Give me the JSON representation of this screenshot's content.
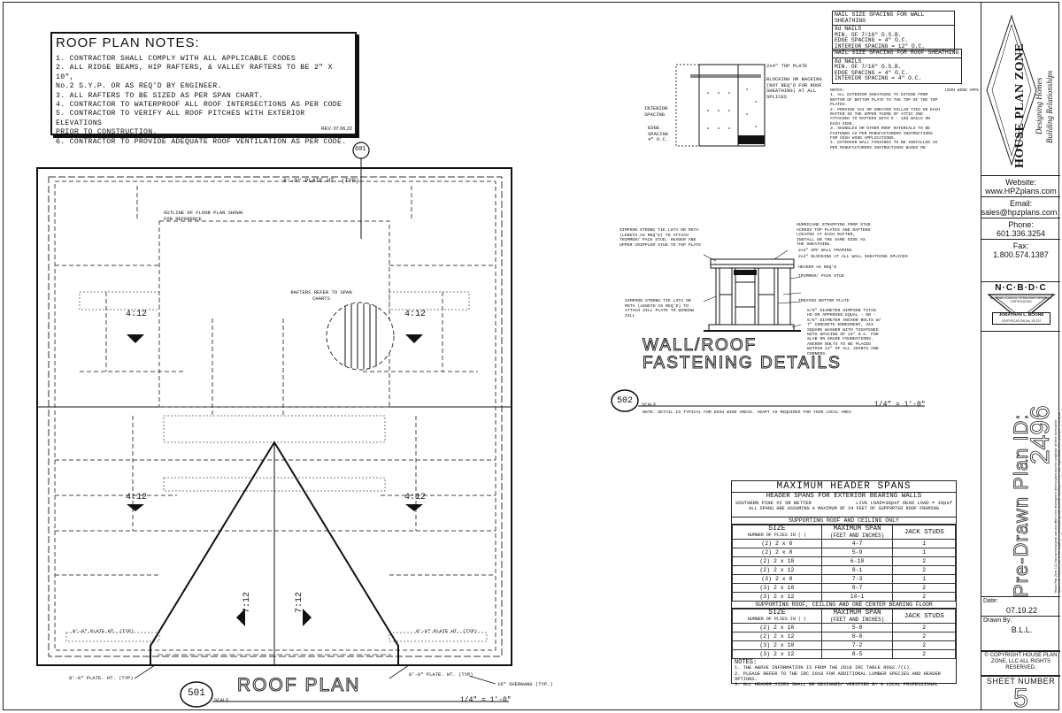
{
  "roof_notes": {
    "title": "ROOF PLAN NOTES:",
    "items": [
      "1.  CONTRACTOR SHALL COMPLY WITH ALL APPLICABLE CODES",
      "2.  ALL RIDGE BEAMS, HIP RAFTERS, & VALLEY RAFTERS TO BE 2\" X 10\",",
      "     No.2  S.Y.P. OR AS REQ'D BY ENGINEER.",
      "3.  ALL RAFTERS TO BE SIZED AS PER SPAN CHART.",
      "4.  CONTRACTOR TO WATERPROOF ALL ROOF INTERSECTIONS AS PER CODE",
      "5.  CONTRACTOR TO VERIFY ALL ROOF PITCHES WITH EXTERIOR ELEVATIONS",
      "     PRIOR TO CONSTRUCTION.",
      "6.  CONTRACTOR TO PROVIDE ADEQUATE ROOF VENTILATION AS PER CODE."
    ],
    "rev": "REV. 07.06.22"
  },
  "roof_plan": {
    "section_marker": "601",
    "plate_top": "8'-0\" PLATE HT. (TYP)",
    "outline_note": "OUTLINE OF FLOOR PLAN SHOWN FOR REFERENCE",
    "rafters_note": "RAFTERS REFER TO SPAN CHARTS",
    "pitch_labels": [
      "4:12",
      "4:12",
      "4:12",
      "4:12",
      "7:12",
      "7:12"
    ],
    "plate_bottom_left": "8'-0\" PLATE HT. (TYP)",
    "plate_bottom_right": "8'-0\" PLATE HT. (TYP)",
    "plate_outside_left": "8'-0\" PLATE. HT. (TYP)",
    "plate_outside_right": "8'-0\" PLATE. HT. (TYP)",
    "overhang": "16\" OVERHANG (TYP.)",
    "title": "ROOF PLAN",
    "number": "501",
    "scale_label": "SCALE",
    "scale": "1/4\" = 1'-0\""
  },
  "sheathing": {
    "wall_title": "NAIL SIZE SPACING FOR WALL SHEATHING",
    "wall_lines": [
      "8d NAILS",
      "MIN. OF 7/16\" O.S.B.",
      "EDGE SPACING = 4\" O.C.",
      "INTERIOR SPACING = 12\" O.C."
    ],
    "roof_title": "NAIL SIZE SPACING FOR ROOF SHEATHING",
    "roof_lines": [
      "8d NAILS",
      "MIN. OF 7/16\" O.S.B.",
      "EDGE SPACING = 4\" O.C.",
      "INTERIOR SPACING = 4\" O.C."
    ],
    "notes_title": "NOTES:",
    "notes": [
      "1. ALL EXTERIOR SHEATHING TO EXTEND FROM BOTTOM OF BOTTOM PLATE TO THE TOP OF THE TOP PLATES.",
      "2. PROVIDE 2X4 OR GREATER COLLAR TIES ON EACH RAFTER IN THE UPPER THIRD OF ATTIC AND ATTACHED TO RAFTERS WITH 5 - 10d NAILS ON EACH SIDE.",
      "3. SHINGLES OR OTHER ROOF MATERIALS TO BE FASTENED AS PER MANUFACTURERS INSTRUCTIONS FOR HIGH WIND APPLICATIONS.",
      "4. EXTERIOR WALL FINISHES TO BE INSTALLED AS PER MANUFACTURERS INSTRUCTIONS BASED ON"
    ],
    "high_wind": "HIGH WIND APPL",
    "label_top_plate": "2x4\" TOP PLATE",
    "label_blocking": "BLOCKING OR BACKING (NOT REQ'D FOR ROOF SHEATHING) AT ALL SPLICES",
    "label_interior": "INTERIOR SPACING",
    "label_edge": "EDGE SPACING 4\" O.C."
  },
  "fastening": {
    "labels_left": [
      "SIMPSON STRONG TIE LSTA OR MSTA (LENGTH AS REQ'D) TO ATTACH TRIMMER/ PACK STUD, HEADER AND UPPER CRIPPLER STUD TO TOP PLATE",
      "SIMPSON STRONG TIE LSTA OR MSTA (LENGTH AS REQ'D) TO ATTACH SILL PLATE TO WINDOW SILL"
    ],
    "labels_right": [
      "HURRICANE STRAPPING FROM STUD ACROSS TOP PLATES AND RAFTERS LOCATED AT EACH RAFTER, INSTALL ON THE SAME SIDE AS THE SHEATHING.",
      "2x4\" SPF WALL FRAMING",
      "2x4\" BLOCKING AT ALL WALL SHEATHING SPLICES",
      "HEADER AS REQ'D",
      "TRIMMER/ PACK STUD",
      "TREATED BOTTOM PLATE",
      "5/8\" DIAMETER SIMPSON TITAN HD OR APPROVED EQUAL - OR - 5/8\" DIAMETER ANCHOR BOLTS W/ 7\" CONCRETE EMBEDMENT, 3X3 SQUARE WASHER WITH TIGHTENED NUTS SPACING OF 24\" O.C. FOR SLAB ON GRADE FOUNDATIONS. ANCHOR BOLTS TO BE PLACED WITHIN 12\" OF ALL JOINTS AND CORNERS."
    ],
    "title_line1": "WALL/ROOF",
    "title_line2": "FASTENING DETAILS",
    "number": "502",
    "scale_label": "SCALE",
    "scale": "1/4\" = 1'-0\"",
    "note": "NOTE: DETAIL IS TYPICAL FOR HIGH WIND AREAS. ADAPT AS REQUIRED FOR YOUR LOCAL AREA"
  },
  "header_spans": {
    "title": "MAXIMUM HEADER SPANS",
    "subtitle": "HEADER SPANS FOR EXTERIOR BEARING WALLS",
    "species": "SOUTHERN PINE #2 OR BETTER",
    "loads": "LIVE LOAD=30psf DEAD LOAD = 10psf",
    "assume": "ALL SPANS ARE ASSUMING A MAXIMUM OF 24 FEET OF SUPPORTED ROOF FRAMING",
    "section1": "SUPPORTING ROOF AND CEILING ONLY",
    "section2": "SUPPORTING ROOF, CEILING AND ONE CENTER BEARING FLOOR",
    "col_size": "SIZE",
    "col_size_sub": "NUMBER OF PLIES IN ( )",
    "col_span": "MAXIMUM SPAN",
    "col_span_sub": "(FEET AND INCHES)",
    "col_jack": "JACK STUDS",
    "rows1": [
      [
        "(2)  2 x 6",
        "4-7",
        "1"
      ],
      [
        "(2)  2 x 8",
        "5-9",
        "1"
      ],
      [
        "(2)  2 x 10",
        "6-10",
        "2"
      ],
      [
        "(2)  2 x 12",
        "8-1",
        "2"
      ],
      [
        "(3)  2 x 8",
        "7-3",
        "1"
      ],
      [
        "(3)  2 x 10",
        "8-7",
        "2"
      ],
      [
        "(3)  2 x 12",
        "10-1",
        "2"
      ]
    ],
    "rows2": [
      [
        "(2)  2 x 10",
        "5-8",
        "2"
      ],
      [
        "(2)  2 x 12",
        "6-8",
        "2"
      ],
      [
        "(3)  2 x 10",
        "7-2",
        "2"
      ],
      [
        "(3)  2 x 12",
        "8-5",
        "2"
      ]
    ],
    "notes_title": "NOTES:",
    "notes": [
      "1.  THE ABOVE INFORMATION IS FROM THE 2018 IRC TABLE R602.7(1).",
      "2.  PLEASE REFER TO THE IRC 2018 FOR ADDITIONAL LUMBER SPECIES AND HEADER OPTIONS.",
      "3.  ALL HEADER SIZES SHALL BE DESIGNED/ VERIFIED BY A LOCAL PROFESSIONAL"
    ]
  },
  "title_block": {
    "company": "HOUSE PLAN ZONE",
    "tagline1": "Designing Homes",
    "tagline2": "Building Relationships",
    "website_label": "Website:",
    "website": "www.HPZplans.com",
    "email_label": "Email:",
    "email": "sales@hpzplans.com",
    "phone_label": "Phone:",
    "phone": "601.336.3254",
    "fax_label": "Fax:",
    "fax": "1.800.574.1387",
    "ncbdc": "N·C·B·D·C",
    "ncbdc_ring": "NATIONAL COUNCIL OF BUILDING DESIGNER CERTIFICATION",
    "designer": "JONATHAN L. BOONE",
    "cert": "CERTIFICATION No. 25-137",
    "plan_id_label": "Pre-Drawn Plan ID:",
    "plan_id": "2496",
    "disclaimer": "House Plan Zone, LLC has exercised great care and effort in the development of these plans and the completion of these construction documents. However, due to the variations in local building codes and site conditions it is the sole responsibility of the purchaser to verify all dimensions and details prior to construction. These plans should be reviewed by a licensed structural engineer in the area where the house will be built.",
    "date_label": "Date:",
    "date": "07.19.22",
    "drawn_label": "Drawn By:",
    "drawn": "B.L.L.",
    "copyright": "© COPYRIGHT HOUSE PLAN ZONE, LLC ALL RIGHTS RESERVED.",
    "sheet_label": "SHEET NUMBER",
    "sheet": "5"
  }
}
